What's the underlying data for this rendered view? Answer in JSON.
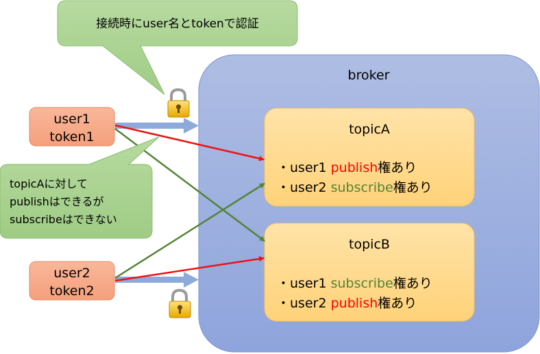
{
  "callout_top": {
    "text": "接続時にuser名とtokenで認証"
  },
  "callout_left": {
    "lines": [
      "topicAに対して",
      "publishはできるが",
      "subscribeはできない"
    ]
  },
  "broker": {
    "title": "broker"
  },
  "users": [
    {
      "name": "user1",
      "token": "token1"
    },
    {
      "name": "user2",
      "token": "token2"
    }
  ],
  "topics": [
    {
      "name": "topicA",
      "perms": [
        {
          "bullet": "・",
          "user": "user1 ",
          "action": "publish",
          "suffix": "権あり",
          "color": "#ff0000"
        },
        {
          "bullet": "・",
          "user": "user2 ",
          "action": "subscribe",
          "suffix": "権あり",
          "color": "#548235"
        }
      ]
    },
    {
      "name": "topicB",
      "perms": [
        {
          "bullet": "・",
          "user": "user1 ",
          "action": "subscribe",
          "suffix": "権あり",
          "color": "#548235"
        },
        {
          "bullet": "・",
          "user": "user2 ",
          "action": "publish",
          "suffix": "権あり",
          "color": "#ff0000"
        }
      ]
    }
  ],
  "colors": {
    "broker_fill": "#9aaedf",
    "topic_fill": "#ffd98a",
    "user_fill": "#f7a884",
    "callout_fill": "#a9d18e",
    "publish_arrow": "#ee1111",
    "subscribe_arrow": "#548235",
    "connect_arrow": "#8eaadb"
  }
}
